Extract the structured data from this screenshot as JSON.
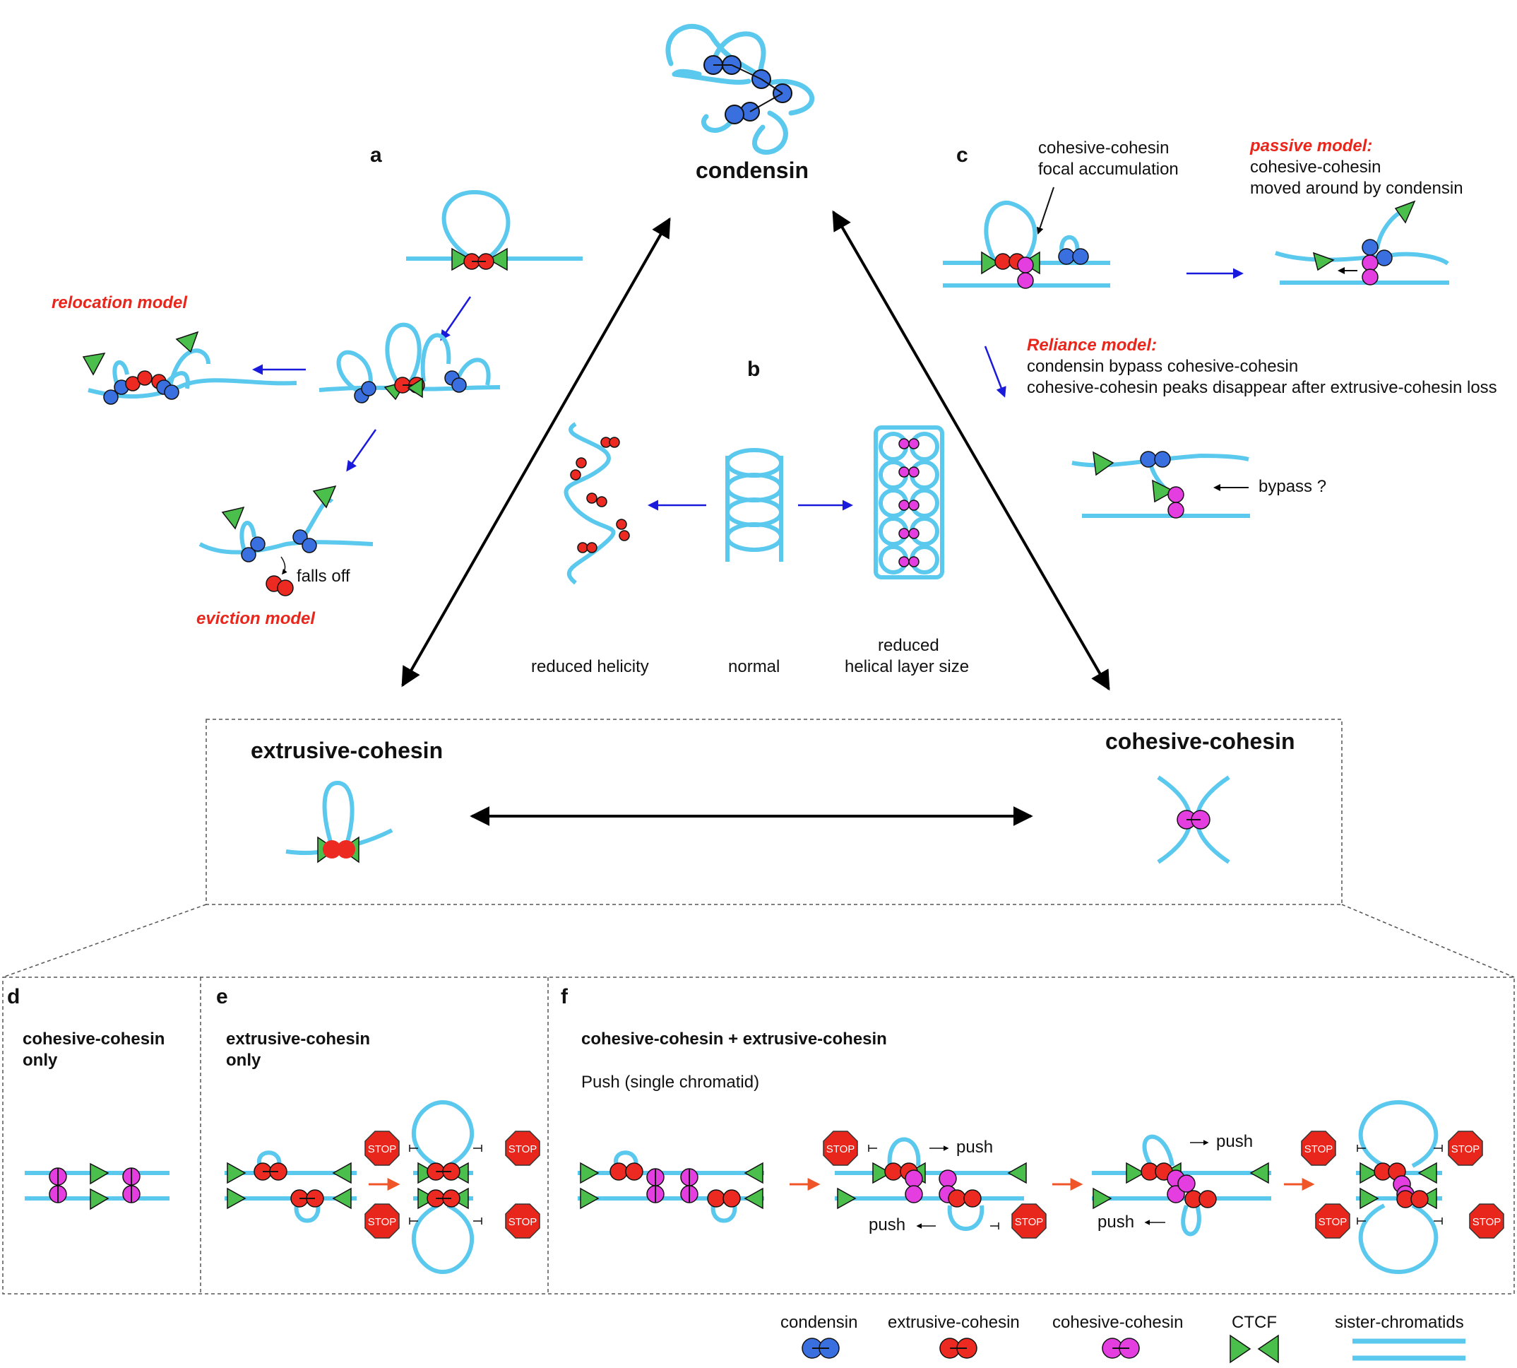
{
  "hub": {
    "condensin": "condensin",
    "extrusive": "extrusive-cohesin",
    "cohesive": "cohesive-cohesin"
  },
  "panels": {
    "a": {
      "letter": "a",
      "relocation": "relocation model",
      "eviction": "eviction model",
      "falls_off": "falls off"
    },
    "b": {
      "letter": "b",
      "reduced_helicity": "reduced helicity",
      "normal": "normal",
      "reduced_layer_1": "reduced",
      "reduced_layer_2": "helical layer size"
    },
    "c": {
      "letter": "c",
      "focal_1": "cohesive-cohesin",
      "focal_2": "focal accumulation",
      "passive_title": "passive model:",
      "passive_1": "cohesive-cohesin",
      "passive_2": "moved around by condensin",
      "reliance_title": "Reliance model:",
      "reliance_1": "condensin bypass cohesive-cohesin",
      "reliance_2": "cohesive-cohesin peaks disappear after extrusive-cohesin loss",
      "bypass": "bypass ?"
    },
    "d": {
      "letter": "d",
      "title_1": "cohesive-cohesin",
      "title_2": "only"
    },
    "e": {
      "letter": "e",
      "title_1": "extrusive-cohesin",
      "title_2": "only",
      "stop": "STOP"
    },
    "f": {
      "letter": "f",
      "title": "cohesive-cohesin + extrusive-cohesin",
      "subtitle": "Push (single chromatid)",
      "push": "push",
      "stop": "STOP"
    }
  },
  "legend": {
    "condensin": "condensin",
    "extrusive": "extrusive-cohesin",
    "cohesive": "cohesive-cohesin",
    "ctcf": "CTCF",
    "sisters": "sister-chromatids"
  },
  "colors": {
    "chromatin": "#5bc8ee",
    "condensin": "#3a6fe0",
    "extrusive": "#ec2a22",
    "cohesive": "#e53ee0",
    "ctcf": "#4bbf4b",
    "arrow_blue": "#1a1adc",
    "arrow_orange": "#f0552a",
    "stop": "#e8261c",
    "model_red": "#e8261c"
  }
}
